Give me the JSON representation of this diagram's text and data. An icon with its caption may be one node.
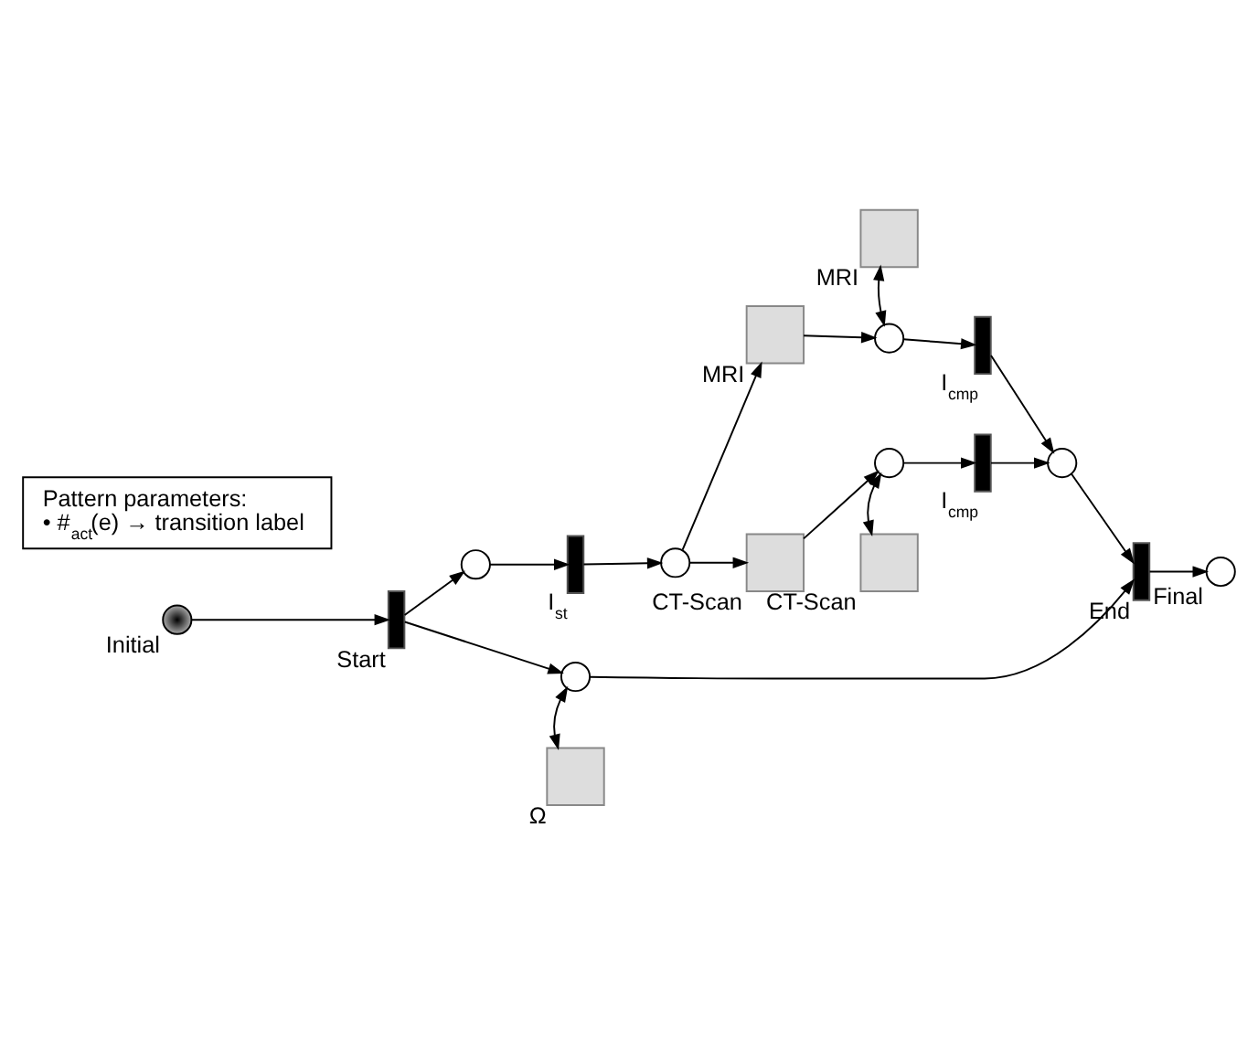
{
  "diagram": {
    "nodes": [
      {
        "text": [
          "Pattern parameters:",
          "• #$_{act}$(e) → transition label"
        ]
      },
      {
        "text": [
          "Initial"
        ]
      },
      {
        "text": [
          "Start"
        ]
      },
      {
        "text": [],
        "shape": "circle"
      },
      {
        "text": [
          "I$_{st}$"
        ]
      },
      {
        "text": [],
        "shape": "circle"
      },
      {
        "text": [
          "MRI"
        ]
      },
      {
        "text": [
          "CT-Scan"
        ]
      },
      {
        "text": [
          "MRI"
        ]
      },
      {
        "text": [],
        "shape": "circle"
      },
      {
        "text": [],
        "shape": "circle"
      },
      {
        "text": [
          "CT-Scan"
        ]
      },
      {
        "text": [
          "I$_{cmp}$"
        ]
      },
      {
        "text": [
          "I$_{cmp}$"
        ]
      },
      {
        "text": [],
        "shape": "circle"
      },
      {
        "text": [
          "End"
        ]
      },
      {
        "text": [
          "Final"
        ]
      },
      {
        "text": [],
        "shape": "circle"
      },
      {
        "text": [
          "Ω"
        ]
      }
    ],
    "edges": [
      {
        "from": 1,
        "to": 2,
        "arrow": "to"
      },
      {
        "from": 2,
        "to": 3,
        "arrow": "to"
      },
      {
        "from": 3,
        "to": 4,
        "arrow": "to"
      },
      {
        "from": 4,
        "to": 5,
        "arrow": "to"
      },
      {
        "from": 5,
        "to": 6,
        "arrow": "to"
      },
      {
        "from": 5,
        "to": 7,
        "arrow": "to"
      },
      {
        "from": 6,
        "to": 9,
        "arrow": "to"
      },
      {
        "from": 7,
        "to": 10,
        "arrow": "to"
      },
      {
        "from": 8,
        "to": 9,
        "arrow": "both"
      },
      {
        "from": 10,
        "to": 11,
        "arrow": "both"
      },
      {
        "from": 9,
        "to": 12,
        "arrow": "to"
      },
      {
        "from": 10,
        "to": 13,
        "arrow": "to"
      },
      {
        "from": 12,
        "to": 14,
        "arrow": "to"
      },
      {
        "from": 13,
        "to": 14,
        "arrow": "to"
      },
      {
        "from": 14,
        "to": 15,
        "arrow": "to"
      },
      {
        "from": 15,
        "to": 16,
        "arrow": "to"
      },
      {
        "from": 2,
        "to": 17,
        "arrow": "to"
      },
      {
        "from": 17,
        "to": 18,
        "arrow": "both"
      },
      {
        "from": 17,
        "to": 15,
        "arrow": "to"
      }
    ]
  }
}
